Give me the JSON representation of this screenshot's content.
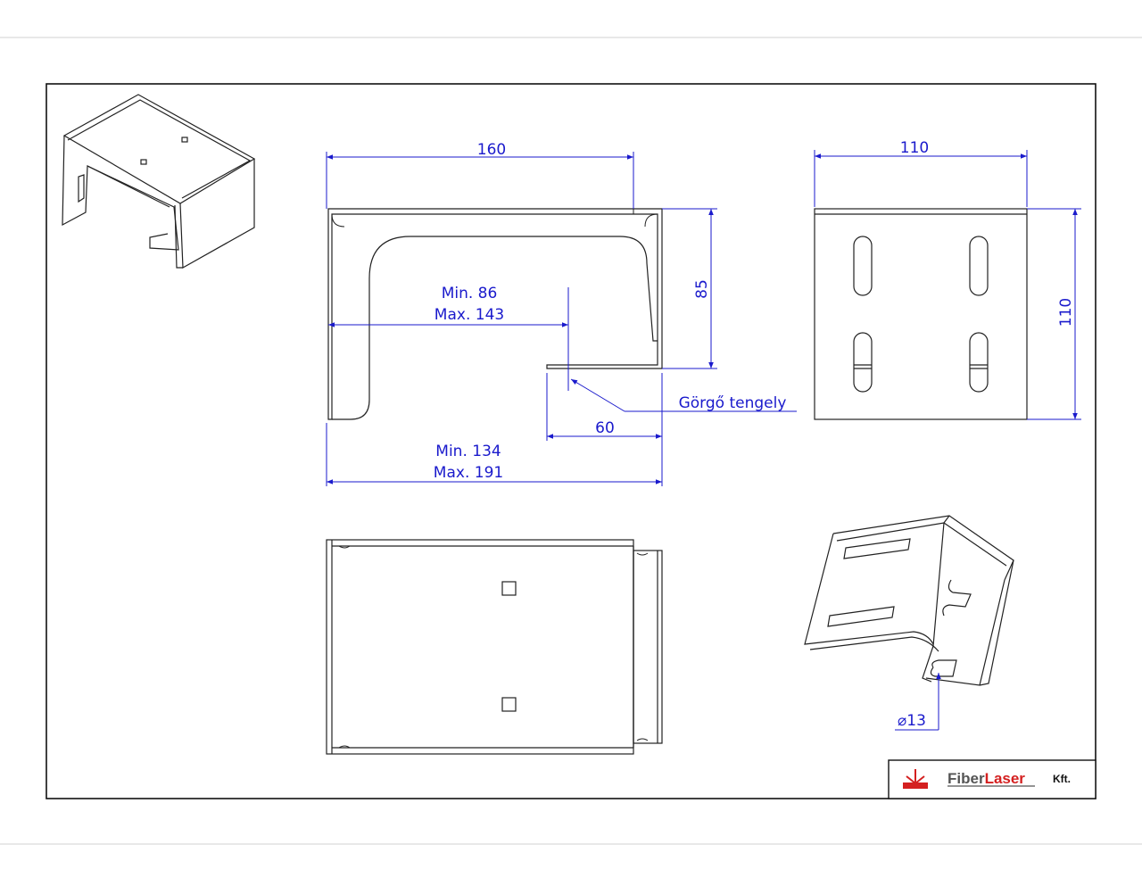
{
  "drawing": {
    "front_view": {
      "width_dim": "160",
      "height_dim": "85",
      "inner_min": "Min. 86",
      "inner_max": "Max. 143",
      "offset_dim": "60",
      "outer_min": "Min. 134",
      "outer_max": "Max. 191",
      "callout": "Görgő tengely"
    },
    "side_view": {
      "width_dim": "110",
      "height_dim": "110"
    },
    "iso_view": {
      "hole_dim": "13",
      "diameter_symbol": "⌀"
    }
  },
  "title_block": {
    "logo_part1": "Fiber",
    "logo_part2": "Laser",
    "suffix": "Kft."
  },
  "colors": {
    "dimension": "#1a1acc",
    "outline": "#222222",
    "logo_red": "#d42020",
    "logo_gray": "#555555"
  }
}
